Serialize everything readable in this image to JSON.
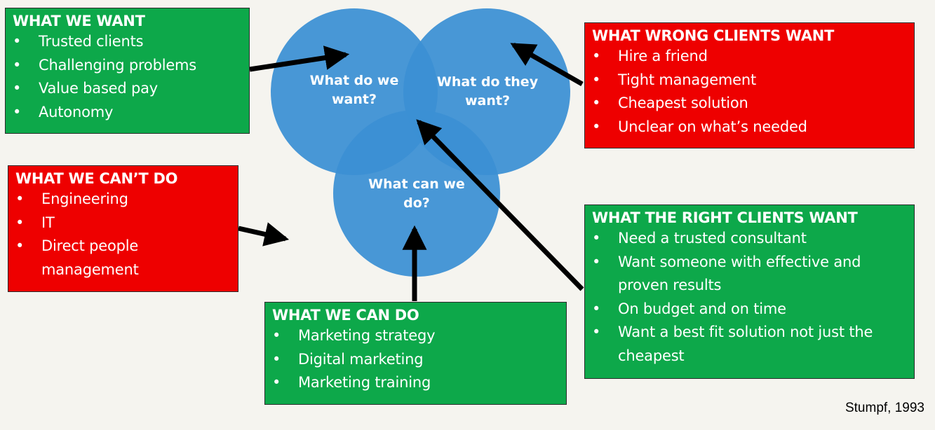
{
  "circles": {
    "we_want": "What do we want?",
    "they_want": "What do they want?",
    "we_can": "What can we do?"
  },
  "boxes": {
    "what_we_want": {
      "title": "WHAT WE WANT",
      "items": [
        "Trusted clients",
        "Challenging problems",
        "Value based pay",
        "Autonomy"
      ],
      "color": "#0da84a"
    },
    "what_we_cant_do": {
      "title": "WHAT WE CAN’T DO",
      "items": [
        "Engineering",
        "IT",
        "Direct people management"
      ],
      "color": "#ee0000"
    },
    "what_we_can_do": {
      "title": "WHAT WE CAN DO",
      "items": [
        "Marketing strategy",
        "Digital marketing",
        "Marketing training"
      ],
      "color": "#0da84a"
    },
    "what_wrong_clients_want": {
      "title": "WHAT WRONG CLIENTS WANT",
      "items": [
        "Hire a friend",
        "Tight management",
        "Cheapest solution",
        "Unclear on what’s needed"
      ],
      "color": "#ee0000"
    },
    "what_right_clients_want": {
      "title": "WHAT THE RIGHT CLIENTS WANT",
      "items": [
        "Need a trusted consultant",
        "Want someone with effective and proven results",
        "On budget and on time",
        "Want a best fit solution not just the cheapest"
      ],
      "color": "#0da84a"
    }
  },
  "citation": "Stumpf, 1993",
  "colors": {
    "circle_fill": "#3d97e3",
    "arrow": "#000000",
    "background": "#f5f4ef"
  }
}
